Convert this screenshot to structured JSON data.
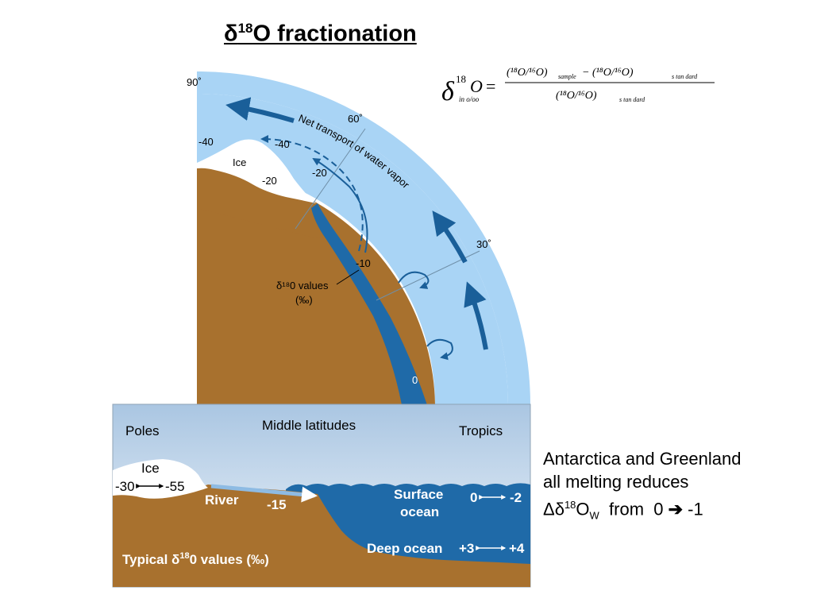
{
  "title": {
    "prefix": "δ",
    "sup": "18",
    "suffix": "O fractionation"
  },
  "formula": {
    "lhs_symbol": "δ",
    "lhs_sup": "18",
    "lhs_main": "O",
    "lhs_sub": "in o/oo",
    "equals": "=",
    "numerator": "(¹⁸O/¹⁶O)",
    "numerator_sub": "sample",
    "minus": "−",
    "numerator2": "(¹⁸O/¹⁶O)",
    "numerator2_sub": "s tan dard",
    "denominator": "(¹⁸O/¹⁶O)",
    "denominator_sub": "s tan dard"
  },
  "globe": {
    "lat_90": "90˚",
    "lat_60": "60˚",
    "lat_30": "30˚",
    "transport_label": "Net transport of water vapor",
    "ice_label": "Ice",
    "values": [
      "-40",
      "-40",
      "-20",
      "-20",
      "-10",
      "0"
    ],
    "legend_line1": "δ¹⁸0 values",
    "legend_line2": "(‰)"
  },
  "section": {
    "poles": "Poles",
    "middle": "Middle latitudes",
    "tropics": "Tropics",
    "ice": "Ice",
    "ice_left": "-30",
    "ice_right": "-55",
    "river": "River",
    "river_value": "-15",
    "surface_line1": "Surface",
    "surface_line2": "ocean",
    "surface_left": "0",
    "surface_right": "-2",
    "deep": "Deep ocean",
    "deep_left": "+3",
    "deep_right": "+4",
    "typical_prefix": "Typical δ",
    "typical_sup": "18",
    "typical_suffix": "0 values (‰)"
  },
  "note": {
    "line1": "Antarctica and Greenland",
    "line2": "all melting reduces",
    "line3_prefix": "Δδ",
    "line3_sup": "18",
    "line3_o": "O",
    "line3_sub": "W",
    "line3_mid": "  from  0 ",
    "line3_end": " -1"
  },
  "colors": {
    "vapor": "#a9d4f5",
    "ocean": "#1f6aa8",
    "land": "#a8712e",
    "ice": "#ffffff",
    "arrow": "#1a5f99"
  }
}
